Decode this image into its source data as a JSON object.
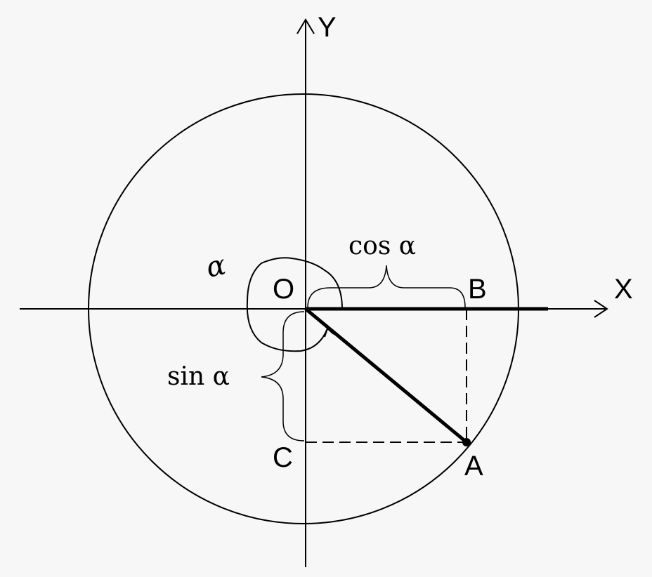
{
  "diagram": {
    "axis_x_label": "X",
    "axis_y_label": "Y",
    "origin_label": "O",
    "point_a_label": "A",
    "point_b_label": "B",
    "point_c_label": "C",
    "cos_label": "cos α",
    "sin_label": "sin α",
    "angle_label": "α"
  },
  "colors": {
    "ink": "#000000",
    "background": "#f7f7f7"
  }
}
